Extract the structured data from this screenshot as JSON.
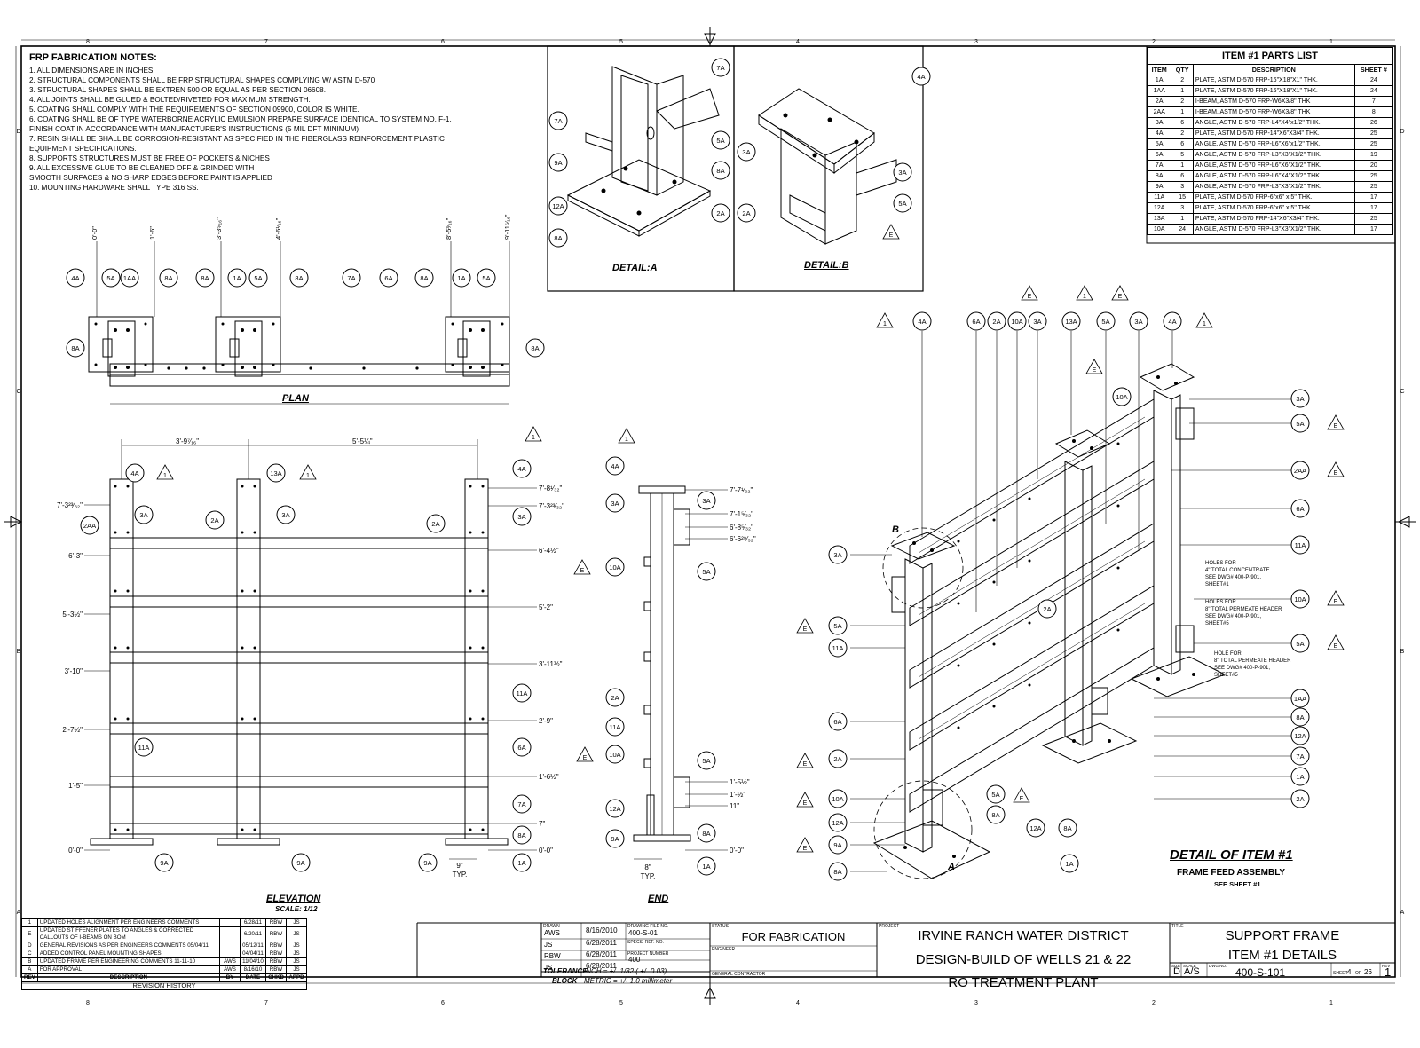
{
  "notes": {
    "title": "FRP FABRICATION NOTES:",
    "lines": [
      "1. ALL DIMENSIONS ARE IN INCHES.",
      "2. STRUCTURAL COMPONENTS SHALL BE FRP STRUCTURAL SHAPES COMPLYING W/ ASTM D-570",
      "3. STRUCTURAL SHAPES SHALL BE EXTREN 500 OR EQUAL AS PER SECTION 06608.",
      "4. ALL JOINTS SHALL BE GLUED & BOLTED/RIVETED FOR MAXIMUM STRENGTH.",
      "5. COATING SHALL COMPLY WITH THE REQUIREMENTS OF SECTION 09900, COLOR IS WHITE.",
      "6. COATING SHALL BE OF TYPE WATERBORNE ACRYLIC EMULSION PREPARE SURFACE IDENTICAL TO SYSTEM NO. F-1,",
      "FINISH COAT IN ACCORDANCE WITH MANUFACTURER'S INSTRUCTIONS (5 MIL DFT MINIMUM)",
      "7. RESIN SHALL BE SHALL BE CORROSION-RESISTANT AS SPECIFIED IN THE FIBERGLASS REINFORCEMENT PLASTIC",
      "EQUIPMENT SPECIFICATIONS.",
      "8. SUPPORTS STRUCTURES MUST BE FREE OF POCKETS & NICHES",
      "9. ALL EXCESSIVE GLUE TO BE CLEANED OFF & GRINDED WITH",
      "SMOOTH SURFACES & NO SHARP EDGES BEFORE PAINT IS APPLIED",
      "10. MOUNTING HARDWARE SHALL TYPE 316 SS."
    ]
  },
  "parts": {
    "title": "ITEM #1 PARTS LIST",
    "headers": [
      "ITEM",
      "QTY",
      "DESCRIPTION",
      "SHEET #"
    ],
    "rows": [
      [
        "1A",
        "2",
        "PLATE, ASTM D-570 FRP-16\"X18\"X1\" THK.",
        "24"
      ],
      [
        "1AA",
        "1",
        "PLATE, ASTM D-570 FRP-16\"X18\"X1\" THK.",
        "24"
      ],
      [
        "2A",
        "2",
        "I-BEAM, ASTM D-570 FRP-W6X3/8\" THK",
        "7"
      ],
      [
        "2AA",
        "1",
        "I-BEAM, ASTM D-570 FRP-W6X3/8\" THK",
        "8"
      ],
      [
        "3A",
        "6",
        "ANGLE, ASTM D-570 FRP-L4\"X4\"x1/2\" THK.",
        "26"
      ],
      [
        "4A",
        "2",
        "PLATE, ASTM D-570 FRP-14\"X6\"X3/4\" THK.",
        "25"
      ],
      [
        "5A",
        "6",
        "ANGLE, ASTM D-570 FRP-L6\"X6\"x1/2\" THK.",
        "25"
      ],
      [
        "6A",
        "5",
        "ANGLE, ASTM D-570 FRP-L3\"X3\"X1/2\" THK.",
        "19"
      ],
      [
        "7A",
        "1",
        "ANGLE, ASTM D-570 FRP-L6\"X6\"X1/2\" THK.",
        "20"
      ],
      [
        "8A",
        "6",
        "ANGLE, ASTM D-570 FRP-L6\"X4\"X1/2\" THK.",
        "25"
      ],
      [
        "9A",
        "3",
        "ANGLE, ASTM D-570 FRP-L3\"X3\"X1/2\" THK.",
        "25"
      ],
      [
        "11A",
        "15",
        "PLATE, ASTM D-570 FRP-6\"x6\" x.5\" THK.",
        "17"
      ],
      [
        "12A",
        "3",
        "PLATE, ASTM D-570 FRP-6\"x6\" x.5\" THK.",
        "17"
      ],
      [
        "13A",
        "1",
        "PLATE, ASTM D-570 FRP-14\"X6\"X3/4\" THK.",
        "25"
      ],
      [
        "10A",
        "24",
        "ANGLE, ASTM D-570 FRP-L3\"X3\"X1/2\" THK.",
        "17"
      ]
    ]
  },
  "views": {
    "plan": "PLAN",
    "elevation": "ELEVATION",
    "elevation_scale": "SCALE: 1/12",
    "end": "END",
    "detail_a": "DETAIL:A",
    "detail_b": "DETAIL:B",
    "detail_item": "DETAIL OF ITEM #1",
    "detail_item_sub": "FRAME FEED ASSEMBLY",
    "detail_item_see": "SEE SHEET #1"
  },
  "plan_callouts": [
    "4A",
    "5A",
    "1AA",
    "8A",
    "8A",
    "1A",
    "5A",
    "8A",
    "7A",
    "6A",
    "8A",
    "1A",
    "5A"
  ],
  "plan_dims": [
    "0'-0\"",
    "1'-6\"",
    "3'-3⁵⁄₁₆\"",
    "4'-6¹⁄₁₆\"",
    "8'-5³⁄₁₆\"",
    "9'-11⁵⁄₁₆\""
  ],
  "elev_dims_left": [
    "7'-3²³⁄₃₂\"",
    "6'-3\"",
    "5'-3½\"",
    "3'-10\"",
    "2'-7½\"",
    "1'-5\"",
    "0'-0\""
  ],
  "elev_dims_right": [
    "7'-8¹⁄₃₂\"",
    "7'-3²³⁄₃₂\"",
    "6'-4½\"",
    "5'-2\"",
    "3'-11½\"",
    "2'-9\"",
    "1'-6½\"",
    "7\"",
    "0'-0\""
  ],
  "elev_top_dims": [
    "3'-9⁷⁄₁₆\"",
    "5'-5¼\""
  ],
  "elev_typ": [
    "9\"",
    "TYP."
  ],
  "end_dims": [
    "7'-7¹⁄₃₂\"",
    "7'-1⁵⁄₃₂\"",
    "6'-8⁵⁄₃₂\"",
    "6'-6²⁹⁄₃₂\"",
    "1'-5½\"",
    "1'-½\"",
    "11\"",
    "0'-0\""
  ],
  "end_typ": [
    "8\"",
    "TYP."
  ],
  "iso_notes": [
    [
      "HOLES FOR",
      "4\" TOTAL CONCENTRATE",
      "SEE DWG# 400-P-901,",
      "SHEET#1"
    ],
    [
      "HOLES FOR",
      "8\" TOTAL PERMEATE HEADER",
      "SEE DWG# 400-P-901,",
      "SHEET#5"
    ],
    [
      "HOLE FOR",
      "8\" TOTAL PERMEATE HEADER",
      "SEE DWG# 400-P-901,",
      "SHEET#5"
    ]
  ],
  "grid": {
    "cols": [
      "8",
      "7",
      "6",
      "5",
      "4",
      "3",
      "2",
      "1"
    ],
    "rows": [
      "D",
      "C",
      "B",
      "A"
    ]
  },
  "revisions": {
    "rows": [
      [
        "1",
        "UPDATED HOLES ALIGNMENT PER ENGINEERS COMMENTS",
        "",
        "6/28/11",
        "RBW",
        "JS"
      ],
      [
        "E",
        "UPDATED STIFFENER PLATES TO ANGLES & CORRECTED CALLOUTS OF I-BEAMS ON BOM",
        "",
        "6/20/11",
        "RBW",
        "JS"
      ],
      [
        "D",
        "GENERAL REVISIONS AS PER ENGINEERS COMMENTS 05/04/11",
        "",
        "05/12/11",
        "RBW",
        "JS"
      ],
      [
        "C",
        "ADDED CONTROL PANEL MOUNTING SHAPES",
        "",
        "04/04/11",
        "RBW",
        "JS"
      ],
      [
        "B",
        "UPDATED FRAME PER ENGINEERING COMMENTS 11-11-10",
        "AWS",
        "11/04/10",
        "RBW",
        "JS"
      ],
      [
        "A",
        "FOR APPROVAL",
        "AWS",
        "8/16/10",
        "RBW",
        "JS"
      ]
    ],
    "headers": [
      "REV",
      "DESCRIPTION",
      "BY",
      "DATE",
      "CHKD",
      "APPD"
    ],
    "footer": "REVISION HISTORY"
  },
  "titleblock": {
    "drawn_label": "DRAWN",
    "drawn_by": "AWS",
    "drawn_date": "8/16/2010",
    "checked_by": "JS",
    "checked_date": "6/28/2011",
    "eng_by": "RBW",
    "eng_date": "6/28/2011",
    "appr_by": "JS",
    "appr_date": "6/28/2011",
    "dwg_file_label": "DRAWING FILE NO.",
    "dwg_file": "400-S-01",
    "spec_ref_label": "SPECS. REF. NO.",
    "project_no_label": "PROJECT NUMBER",
    "project_no": "400",
    "tolerance": "TOLERANCE",
    "block": "BLOCK",
    "inch_tol": "INCH = +/- 1/32 ( +/- 0.03)",
    "metric_tol": "METRIC = +/- 1.0 millimeter",
    "status_label": "STATUS",
    "status": "FOR FABRICATION",
    "engineer_label": "ENGINEER",
    "contractor_label": "GENERAL CONTRACTOR",
    "project_label": "PROJECT",
    "project_line1": "IRVINE RANCH WATER DISTRICT",
    "project_line2": "DESIGN-BUILD OF WELLS 21 & 22",
    "project_line3": "RO TREATMENT PLANT",
    "title_label": "TITLE",
    "title_line1": "SUPPORT FRAME",
    "title_line2": "ITEM #1 DETAILS",
    "size_label": "SIZE",
    "size": "D",
    "scale_label": "SCALE",
    "scale": "A/S",
    "dwg_no_label": "DWG NO.",
    "dwg_no": "400-S-101",
    "sheet_label": "SHEET",
    "sheet": "4",
    "of_label": "OF",
    "sheet_total": "26",
    "rev_label": "REV",
    "rev": "1"
  }
}
